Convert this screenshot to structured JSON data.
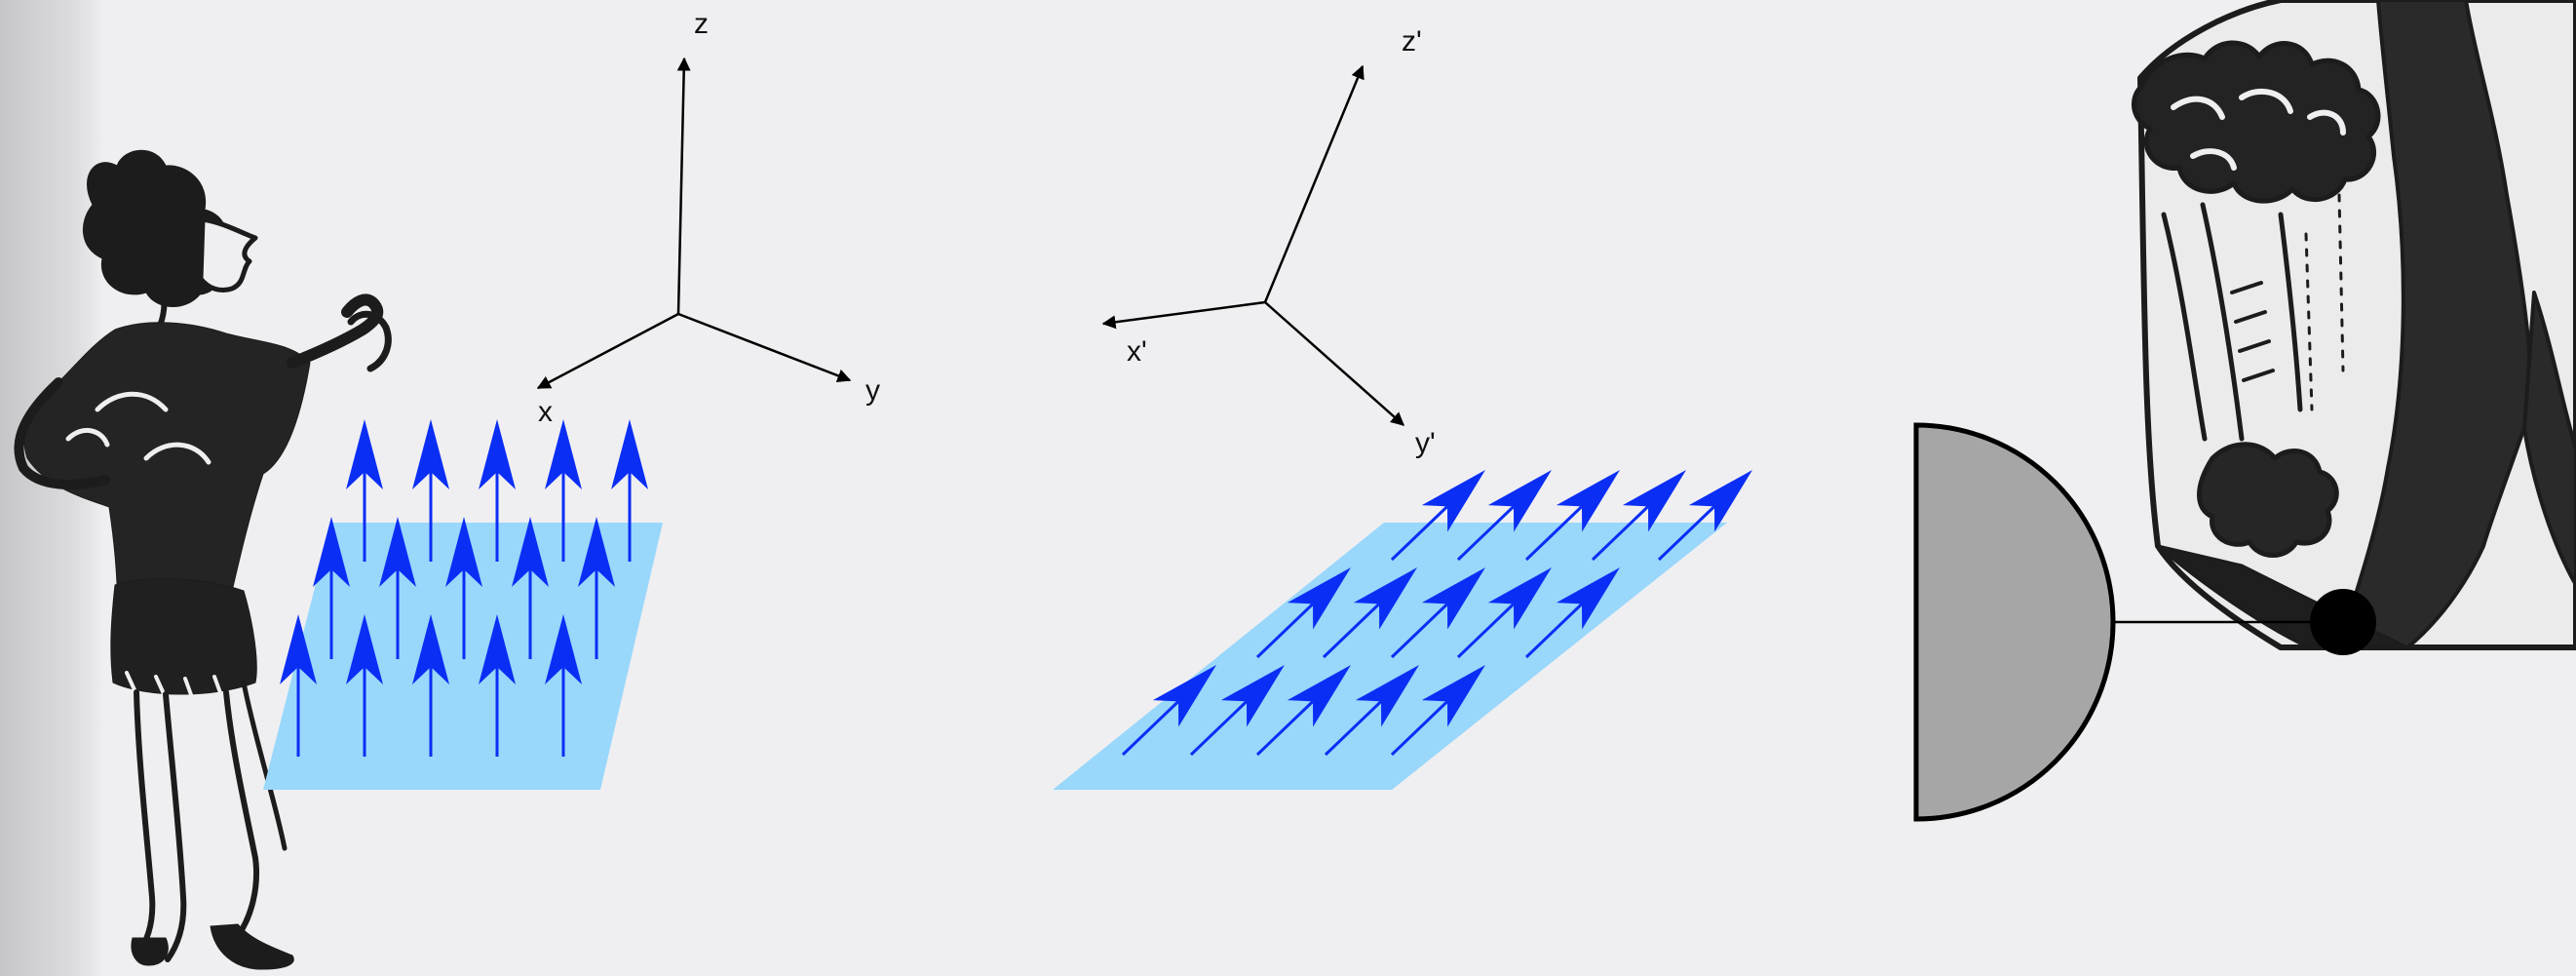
{
  "colors": {
    "background": "#efeff1",
    "binding": "#c9c9cb",
    "plane": "#99d7fb",
    "arrow": "#0b2ef5",
    "axis": "#000000",
    "mirror": "#a6a6a6",
    "ink": "#1c1c1c"
  },
  "left_frame": {
    "axes": [
      {
        "name": "z",
        "label": "z"
      },
      {
        "name": "x",
        "label": "x"
      },
      {
        "name": "y",
        "label": "y"
      }
    ]
  },
  "right_frame": {
    "axes": [
      {
        "name": "z-prime",
        "label": "z'"
      },
      {
        "name": "x-prime",
        "label": "x'"
      },
      {
        "name": "y-prime",
        "label": "y'"
      }
    ]
  },
  "figures": {
    "left": {
      "icon": "dancing-woman-sketch-icon"
    },
    "right": {
      "icon": "man-in-ruff-sketch-icon"
    }
  },
  "mirror": {
    "icon": "half-disc-mirror-icon"
  }
}
